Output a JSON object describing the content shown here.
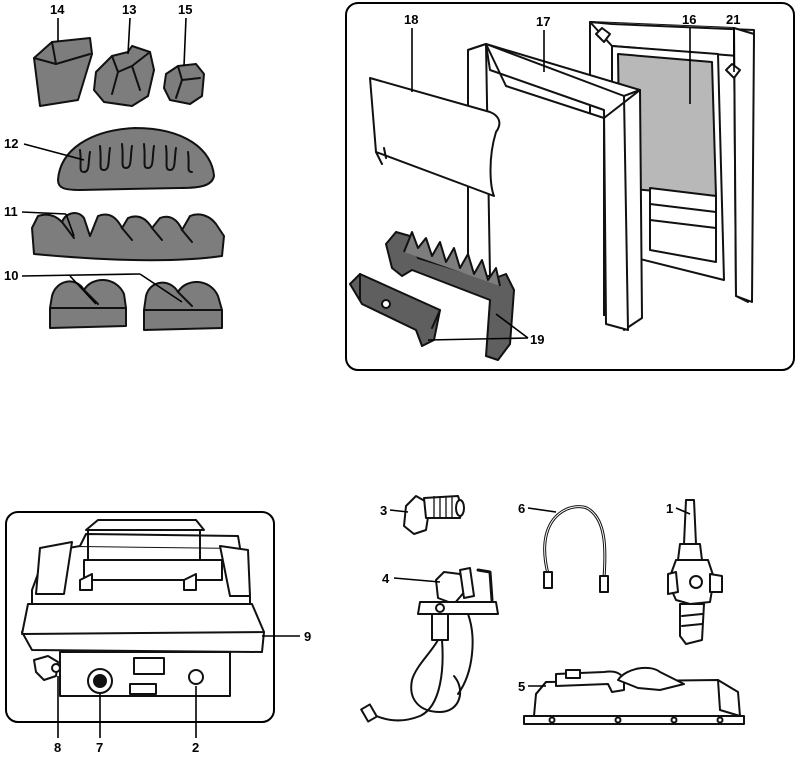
{
  "parts": {
    "p1": "1",
    "p2": "2",
    "p3": "3",
    "p4": "4",
    "p5": "5",
    "p6": "6",
    "p7": "7",
    "p8": "8",
    "p9": "9",
    "p10": "10",
    "p11": "11",
    "p12": "12",
    "p13": "13",
    "p14": "14",
    "p15": "15",
    "p16": "16",
    "p17": "17",
    "p18": "18",
    "p19": "19",
    "p21": "21"
  }
}
